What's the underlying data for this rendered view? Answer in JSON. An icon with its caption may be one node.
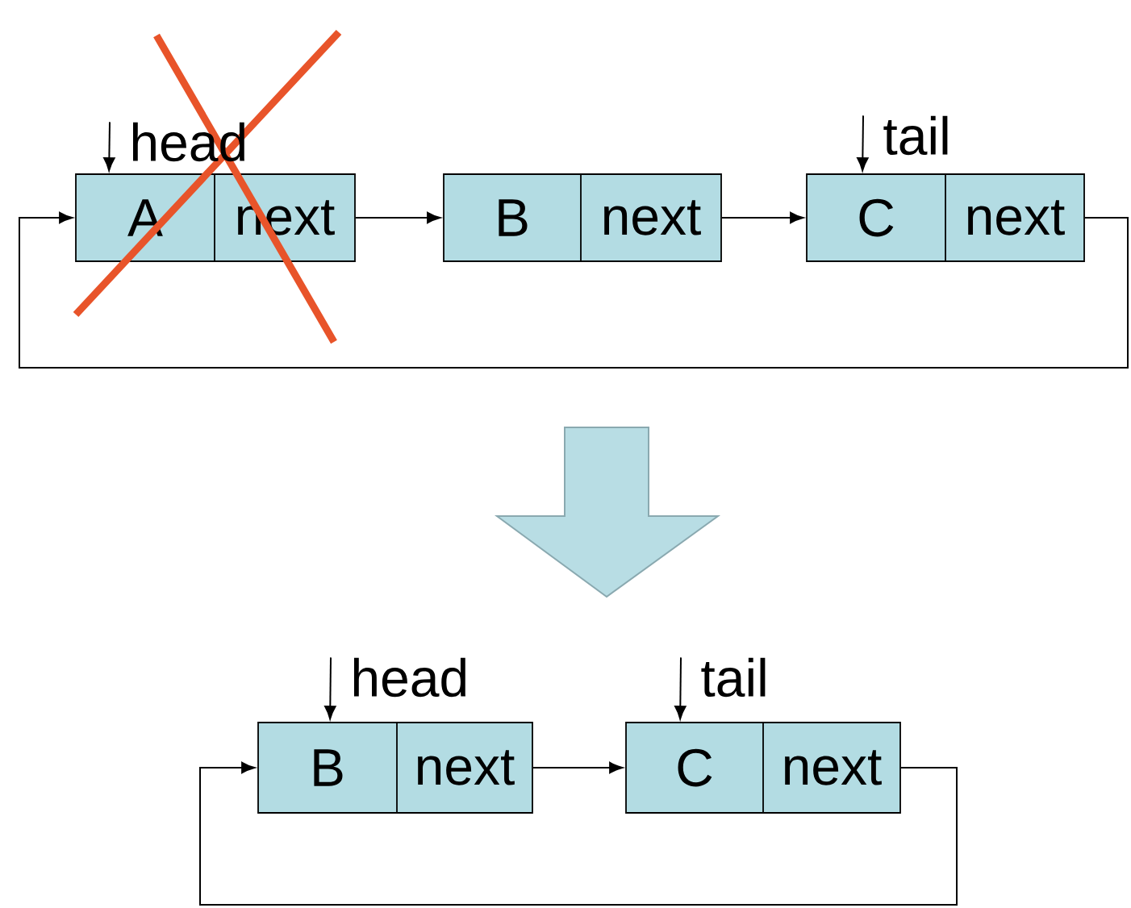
{
  "diagram": {
    "nodes": [
      {
        "text": [
          "A",
          "next"
        ]
      },
      {
        "text": [
          "B",
          "next"
        ]
      },
      {
        "text": [
          "C",
          "next"
        ]
      },
      {
        "text": [
          "head"
        ]
      },
      {
        "text": [
          "tail"
        ]
      },
      {
        "text": [
          "B",
          "next"
        ]
      },
      {
        "text": [
          "C",
          "next"
        ]
      },
      {
        "text": [
          "head"
        ]
      },
      {
        "text": [
          "tail"
        ]
      }
    ],
    "edges": [
      {
        "from": 0,
        "to": 1,
        "arrow": "to"
      },
      {
        "from": 1,
        "to": 2,
        "arrow": "to"
      },
      {
        "from": 2,
        "to": 0,
        "arrow": "to"
      },
      {
        "from": 3,
        "to": 0,
        "arrow": "to"
      },
      {
        "from": 4,
        "to": 2,
        "arrow": "to"
      },
      {
        "from": 5,
        "to": 6,
        "arrow": "to"
      },
      {
        "from": 6,
        "to": 5,
        "arrow": "to"
      },
      {
        "from": 7,
        "to": 5,
        "arrow": "to"
      },
      {
        "from": 8,
        "to": 6,
        "arrow": "to"
      }
    ]
  }
}
